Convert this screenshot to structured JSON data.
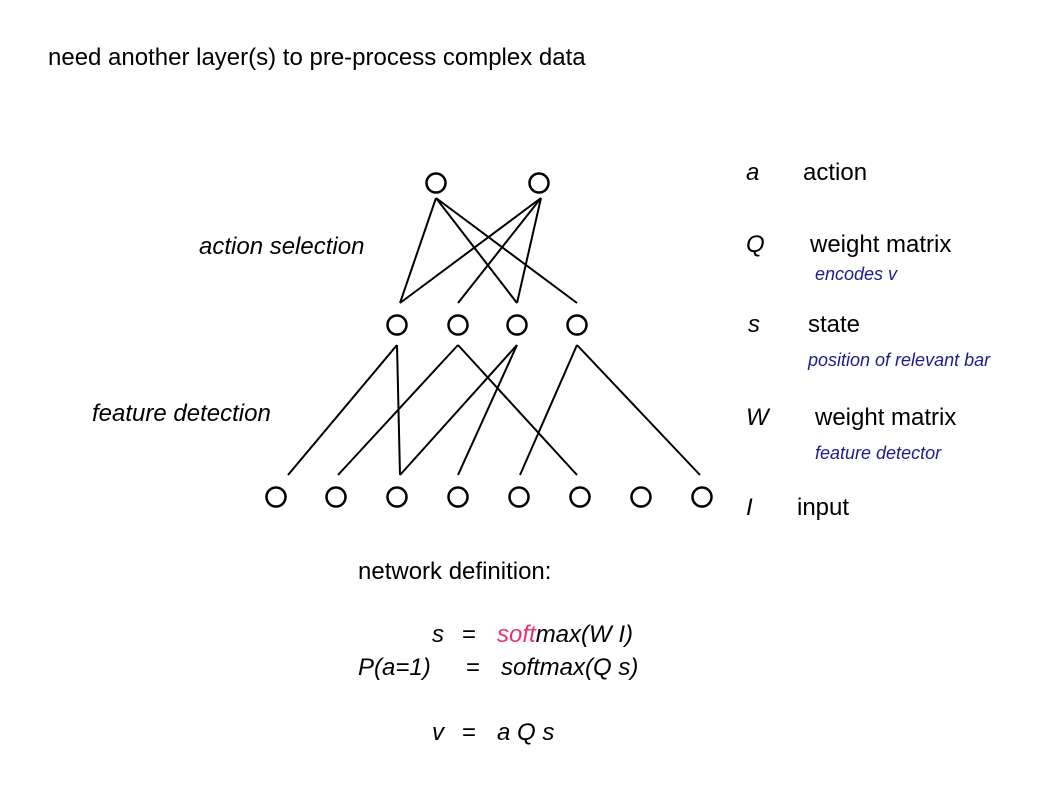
{
  "title": "need another layer(s) to pre-process complex data",
  "labels": {
    "action_selection": "action selection",
    "feature_detection": "feature detection"
  },
  "legend": [
    {
      "symbol": "a",
      "text": "action",
      "note": ""
    },
    {
      "symbol": "Q",
      "text": "weight matrix",
      "note": "encodes v"
    },
    {
      "symbol": "s",
      "text": "state",
      "note": "position of relevant bar"
    },
    {
      "symbol": "W",
      "text": "weight matrix",
      "note": "feature detector"
    },
    {
      "symbol": "I",
      "text": "input",
      "note": ""
    }
  ],
  "definition": {
    "heading": "network definition:",
    "eq1_lhs": "s",
    "eq1_eq": "=",
    "eq1_highlight": "soft",
    "eq1_rest": "max(W I)",
    "eq2_lhs": "P(a=1)",
    "eq2_eq": "=",
    "eq2_rhs": "softmax(Q s)",
    "eq3_lhs": "v",
    "eq3_eq": "=",
    "eq3_rhs": "a Q s"
  },
  "colors": {
    "note": "#1c1c8c",
    "highlight": "#e8336e"
  },
  "network": {
    "layers": [
      {
        "name": "action",
        "nodes": 2
      },
      {
        "name": "state",
        "nodes": 4
      },
      {
        "name": "input",
        "nodes": 8
      }
    ]
  }
}
